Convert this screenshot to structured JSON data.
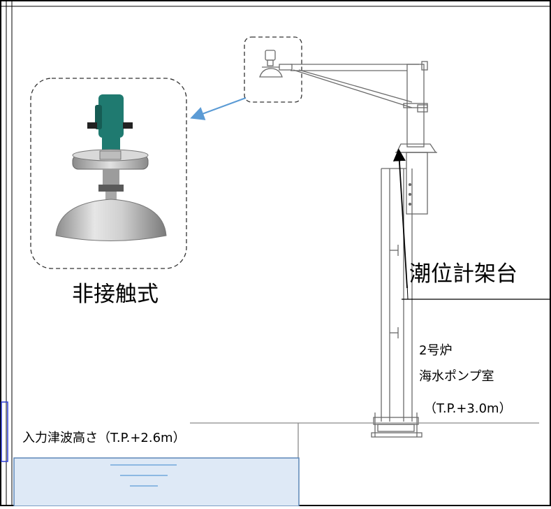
{
  "labels": {
    "sensor_type": "非接触式",
    "mount": "潮位計架台",
    "pump_room_line1": "2号炉",
    "pump_room_line2": "海水ポンプ室",
    "pump_room_line3": "（T.P.+3.0m）",
    "wave_height": "入力津波高さ（T.P.+2.6m）"
  },
  "colors": {
    "arrow_blue": "#5b9bd5",
    "water_fill": "#dee9f6",
    "water_line": "#5b9bd5",
    "structure_stroke": "#6a6a6a",
    "sensor_body": "#1f7a70",
    "dome": "#b8b8b8"
  },
  "icons": {
    "sensor_photo": "radar-level-sensor-icon",
    "mount_sensor": "small-sensor-icon"
  }
}
